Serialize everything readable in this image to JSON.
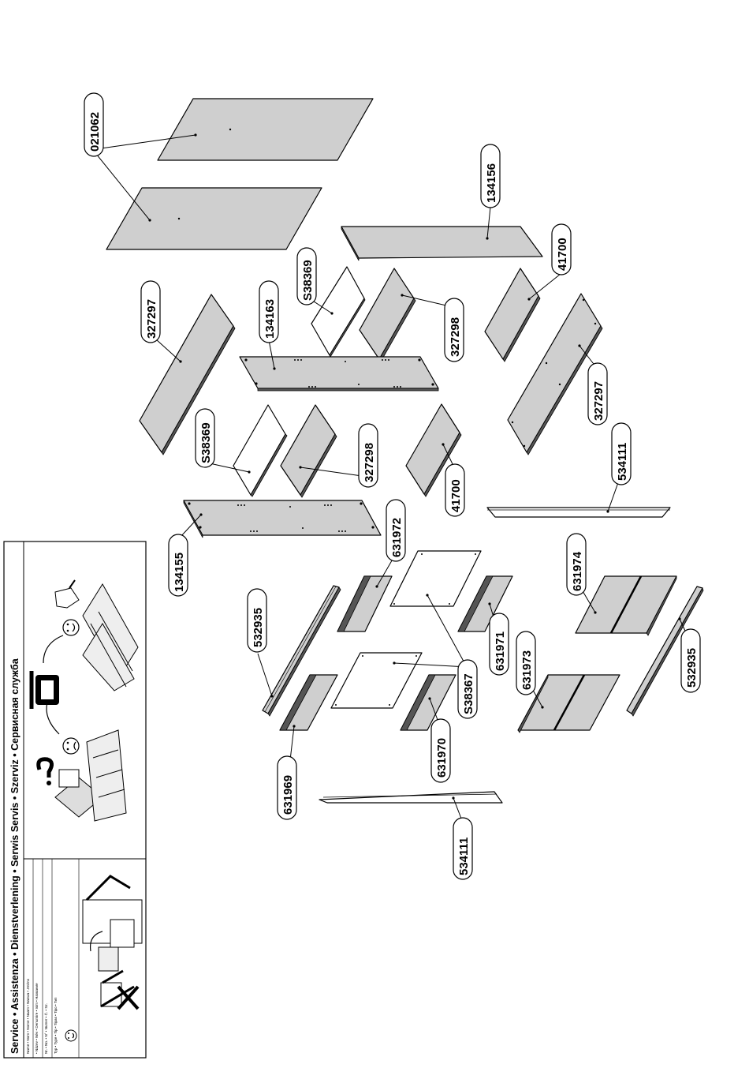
{
  "service_box": {
    "title": "Service • Assistenza • Dienstverlening • Serwis Servis • Szerviz • Сервисная служба",
    "fields": [
      "Name • Nom • Nome • Naam • Nazwa • Jméno",
      "• Název • Név • Denumire • Isim • Название",
      "Nr. • No. • N° • Numer • Č. • Sz.",
      "Typ • Type • Tip • Tipas • Tipo • Тип"
    ]
  },
  "parts": {
    "p021062": "021062",
    "p134156": "134156",
    "p41700_top": "41700",
    "p327297_left": "327297",
    "p134163": "134163",
    "pS38369_top": "S38369",
    "p327298_top": "327298",
    "p327297_right": "327297",
    "pS38369_mid": "S38369",
    "p327298_mid": "327298",
    "p41700_mid": "41700",
    "p534111_right": "534111",
    "p134155": "134155",
    "p631972": "631972",
    "p631974": "631974",
    "p532935_left": "532935",
    "p631971": "631971",
    "pS38367": "S38367",
    "p631973": "631973",
    "p532935_right": "532935",
    "p631969": "631969",
    "p631970": "631970",
    "p534111_bottom": "534111"
  }
}
